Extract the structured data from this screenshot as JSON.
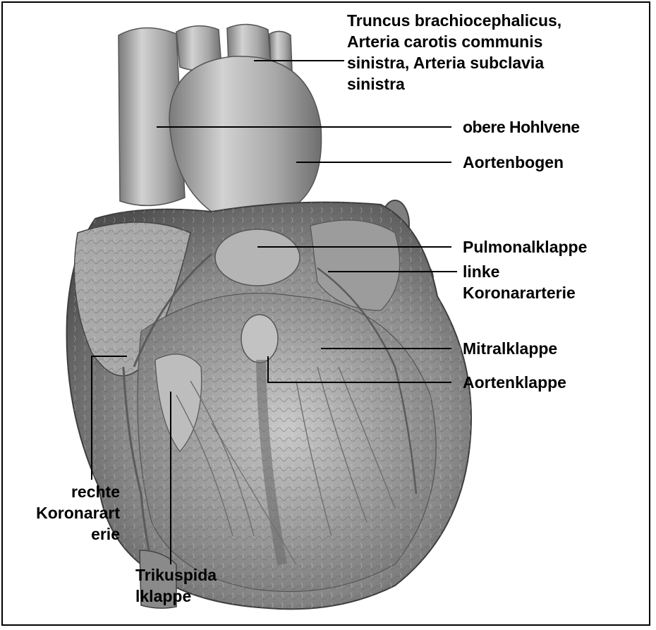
{
  "labels": {
    "truncus": "Truncus brachiocephalicus,\nArteria carotis communis\nsinistra, Arteria subclavia\nsinistra",
    "obere_hohlvene": "obere Hohlvene",
    "aortenbogen": "Aortenbogen",
    "pulmonalklappe": "Pulmonalklappe",
    "linke_koronararterie": " linke\nKoronararterie",
    "mitralklappe": "Mitralklappe",
    "aortenklappe": "Aortenklappe",
    "rechte_koronararterie": "rechte\nKoronarart\nerie",
    "trikuspidalklappe": "Trikuspida\nlklappe"
  },
  "colors": {
    "border": "#000000",
    "leader_line": "#000000",
    "illustration_tone": "#8a8a8a"
  }
}
